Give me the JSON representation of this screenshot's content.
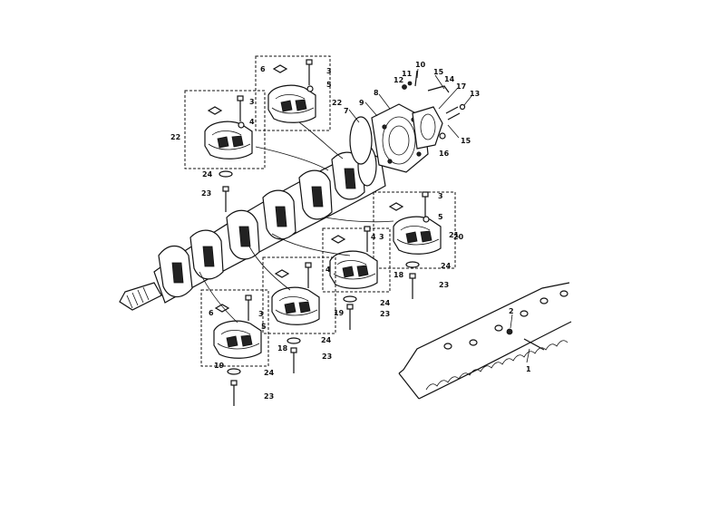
{
  "diagram": {
    "callouts": {
      "c1": "1",
      "c2": "2",
      "c3a": "3",
      "c3b": "3",
      "c3c": "3",
      "c3d": "3",
      "c3e": "3",
      "c4a": "4",
      "c4b": "4",
      "c4c": "4",
      "c5a": "5",
      "c5b": "5",
      "c5c": "5",
      "c6a": "6",
      "c6b": "6",
      "c7": "7",
      "c8": "8",
      "c9": "9",
      "c10": "10",
      "c11": "11",
      "c12": "12",
      "c13": "13",
      "c14": "14",
      "c15a": "15",
      "c15b": "15",
      "c16": "16",
      "c17": "17",
      "c18a": "18",
      "c18b": "18",
      "c19a": "19",
      "c19b": "19",
      "c20": "20",
      "c21": "21",
      "c22a": "22",
      "c22b": "22",
      "c23a": "23",
      "c23b": "23",
      "c23c": "23",
      "c23d": "23",
      "c23e": "23",
      "c24a": "24",
      "c24b": "24",
      "c24c": "24",
      "c24d": "24",
      "c24e": "24"
    }
  }
}
